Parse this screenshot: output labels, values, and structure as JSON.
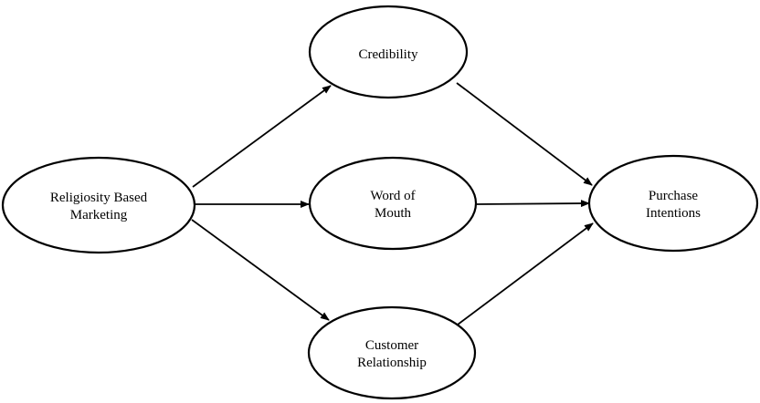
{
  "diagram": {
    "type": "path-model",
    "nodes": [
      {
        "id": "rbm",
        "lines": [
          "Religiosity Based",
          "Marketing"
        ]
      },
      {
        "id": "cred",
        "lines": [
          "Credibility"
        ]
      },
      {
        "id": "wom",
        "lines": [
          "Word of",
          "Mouth"
        ]
      },
      {
        "id": "cr",
        "lines": [
          "Customer",
          "Relationship"
        ]
      },
      {
        "id": "pi",
        "lines": [
          "Purchase",
          "Intentions"
        ]
      }
    ],
    "edges": [
      {
        "from": "rbm",
        "to": "cred"
      },
      {
        "from": "rbm",
        "to": "wom"
      },
      {
        "from": "rbm",
        "to": "cr"
      },
      {
        "from": "cred",
        "to": "pi"
      },
      {
        "from": "wom",
        "to": "pi"
      },
      {
        "from": "cr",
        "to": "pi"
      }
    ],
    "colors": {
      "stroke": "#000000",
      "fill": "#ffffff",
      "text": "#000000"
    }
  }
}
